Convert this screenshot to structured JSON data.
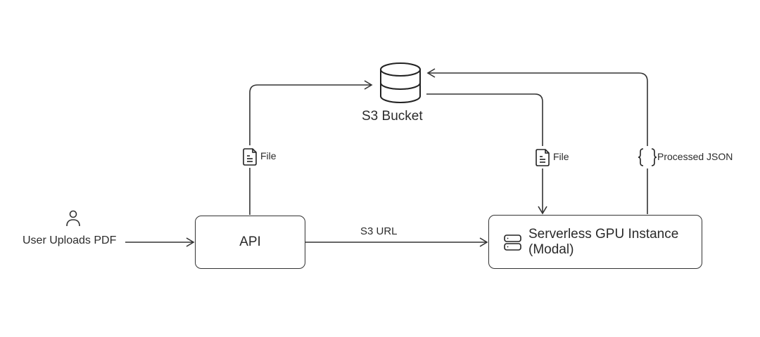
{
  "diagram": {
    "nodes": {
      "user": {
        "label": "User Uploads PDF",
        "icon": "user-icon"
      },
      "api": {
        "label": "API"
      },
      "s3": {
        "label": "S3 Bucket",
        "icon": "database-icon"
      },
      "gpu": {
        "label_line1": "Serverless GPU Instance",
        "label_line2": "(Modal)",
        "icon": "server-icon"
      }
    },
    "edges": [
      {
        "from": "user",
        "to": "api",
        "label": ""
      },
      {
        "from": "api",
        "to": "s3",
        "label": "File",
        "icon": "file-icon"
      },
      {
        "from": "api",
        "to": "gpu",
        "label": "S3 URL"
      },
      {
        "from": "s3",
        "to": "gpu",
        "label": "File",
        "icon": "file-icon"
      },
      {
        "from": "gpu",
        "to": "s3",
        "label": "Processed JSON",
        "icon": "braces-icon"
      }
    ]
  }
}
